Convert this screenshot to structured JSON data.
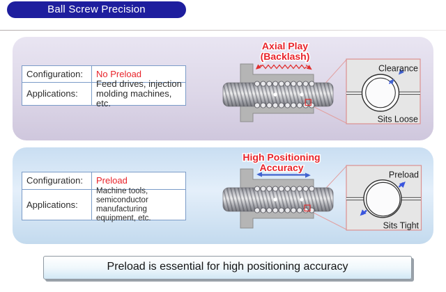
{
  "header": {
    "title": "Ball Screw Precision"
  },
  "panels": [
    {
      "name": "no-preload",
      "table": {
        "rows": [
          {
            "label": "Configuration:",
            "value": "No Preload"
          },
          {
            "label": "Applications:",
            "value": "Feed drives, injection molding machines, etc."
          }
        ]
      },
      "callout": {
        "line1": "Axial Play",
        "line2": "(Backlash)"
      },
      "detail": {
        "top_label": "Clearance",
        "bottom_label": "Sits Loose"
      }
    },
    {
      "name": "preload",
      "table": {
        "rows": [
          {
            "label": "Configuration:",
            "value": "Preload"
          },
          {
            "label": "Applications:",
            "value": "Machine tools, semiconductor manufacturing equipment, etc."
          }
        ]
      },
      "callout": {
        "line1": "High Positioning",
        "line2": "Accuracy"
      },
      "detail": {
        "top_label": "Preload",
        "bottom_label": "Sits Tight"
      }
    }
  ],
  "footer": {
    "message": "Preload is essential for high positioning accuracy"
  },
  "colors": {
    "badge_blue": "#1e1e9e",
    "accent_red": "#e8232a",
    "arrow_blue": "#4163cf",
    "table_border": "#7a9bc8",
    "detail_box_border": "#db9090",
    "panel1_lavender": "#d8d2e6",
    "panel2_blue": "#cfe3f5"
  }
}
